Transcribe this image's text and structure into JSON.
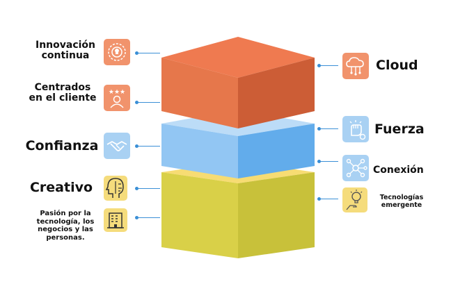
{
  "colors": {
    "orange_top": "#f07a4f",
    "orange_front": "#e9774a",
    "orange_side": "#c95a33",
    "blue_top": "#b9dcf7",
    "blue_front": "#8fc6f4",
    "blue_side": "#5aa8ea",
    "yellow_top": "#f7dc73",
    "yellow_front": "#d8cf47",
    "yellow_side": "#c3bc36",
    "connector": "#3a8fd6",
    "icon_orange": "#f1936c",
    "icon_blue": "#a9d1f3",
    "icon_yellow": "#f5dc7c"
  },
  "left": {
    "innovacion": {
      "text": "Innovación\ncontinua",
      "icon": "brain-gear-icon"
    },
    "centrados": {
      "text": "Centrados\nen el cliente",
      "icon": "customer-stars-icon"
    },
    "confianza": {
      "text": "Confianza",
      "icon": "handshake-icon"
    },
    "creativo": {
      "text": "Creativo",
      "icon": "creative-head-icon"
    },
    "pasion": {
      "text": "Pasión por la\ntecnología, los\nnegocios y las\npersonas.",
      "icon": "building-icon"
    }
  },
  "right": {
    "cloud": {
      "text": "Cloud",
      "icon": "cloud-network-icon"
    },
    "fuerza": {
      "text": "Fuerza",
      "icon": "fist-gear-icon"
    },
    "conexion": {
      "text": "Conexión",
      "icon": "network-nodes-icon"
    },
    "tecnologias": {
      "text": "Tecnologías\nemergente",
      "icon": "lightbulb-hand-icon"
    }
  }
}
